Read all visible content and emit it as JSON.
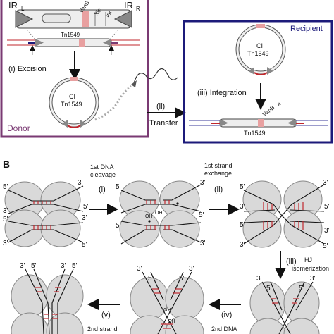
{
  "panel_a": {
    "ir_left": "IR",
    "ir_left_sub": "L",
    "ir_right": "IR",
    "ir_right_sub": "R",
    "gene_vanb": "VanB",
    "gene_xis": "Xis",
    "gene_int": "Int",
    "tn_top": "Tn1549",
    "step_excision": "(i) Excision",
    "ci_label": "CI",
    "ci_tn": "Tn1549",
    "donor": "Donor",
    "step_transfer_num": "(ii)",
    "step_transfer": "Transfer",
    "recipient": "Recipient",
    "recip_ci": "CI",
    "recip_tn": "Tn1549",
    "step_integration": "(iii) Integration",
    "vanb_r": "VanB",
    "vanb_r_sup": "R",
    "tn_bottom": "Tn1549"
  },
  "panel_b": {
    "label": "B",
    "step1_num": "(i)",
    "step1_line1": "1st DNA",
    "step1_line2": "cleavage",
    "step2_num": "(ii)",
    "step2_line1": "1st strand",
    "step2_line2": "exchange",
    "step3_num": "(iii)",
    "step3_line1": "HJ",
    "step3_line2": "isomerization",
    "step4_num": "(iv)",
    "step4_line1": "2nd DNA",
    "step5_num": "(v)",
    "step5_line1": "2nd strand",
    "prime5": "5'",
    "prime3": "3'",
    "oh": "OH"
  },
  "colors": {
    "donor_frame": "#7a3a73",
    "recipient_frame": "#1c1a7a",
    "dna_red": "#c0272d",
    "dna_blue": "#3a3a9a",
    "vanb_pink": "#e8a0a0",
    "protein_grey": "#d9d9d9"
  }
}
